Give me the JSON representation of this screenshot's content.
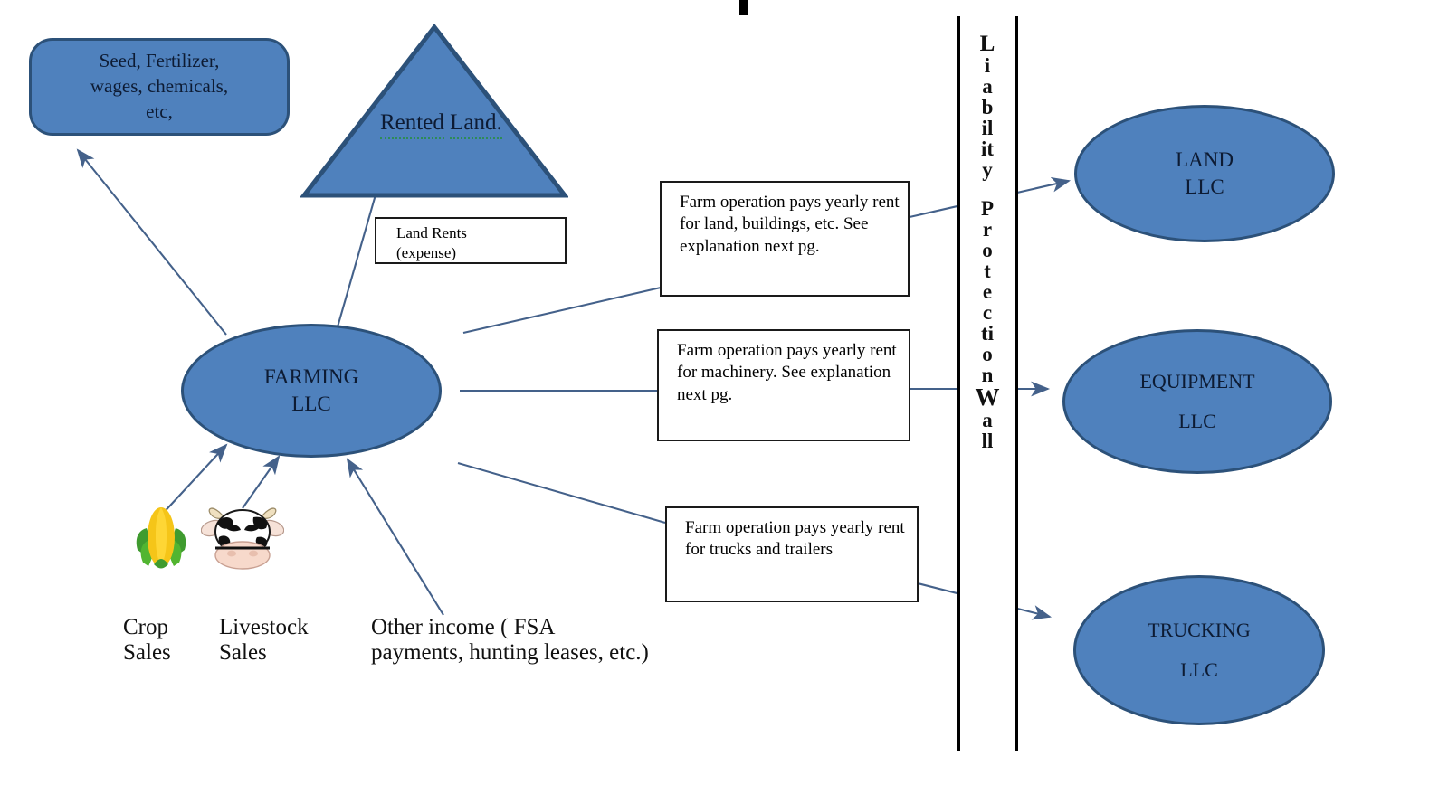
{
  "diagram": {
    "title": "Farm entity structure with liability protection wall",
    "accent_fill": "#4F81BD",
    "accent_stroke": "#2C5179",
    "line_color": "#44618A",
    "box_stroke": "#1A1A1A"
  },
  "inputs_box": {
    "name": "inputs-box",
    "lines": [
      "Seed, Fertilizer,",
      "wages, chemicals,",
      "etc,"
    ],
    "text": "Seed, Fertilizer,\nwages, chemicals,\netc,"
  },
  "rented_land": {
    "name": "rented-land-triangle",
    "line1": "Rented",
    "line2": "Land."
  },
  "land_rents_box": {
    "name": "land-rents-callout",
    "line1": "Land Rents",
    "line2": "(expense)"
  },
  "farming": {
    "name": "farming-llc-ellipse",
    "line1": "FARMING",
    "line2": "LLC"
  },
  "callouts": [
    {
      "id": "land-rent-callout",
      "text": "Farm operation pays yearly rent for land, buildings, etc.  See explanation next pg."
    },
    {
      "id": "machinery-rent-callout",
      "text": "Farm operation pays yearly rent for machinery.  See explanation next pg."
    },
    {
      "id": "trucks-rent-callout",
      "text": "Farm operation pays yearly rent for trucks and trailers"
    }
  ],
  "wall": {
    "name": "liability-protection-wall",
    "full_text": "Liability Protection Wall",
    "stack": [
      "L",
      "i",
      "a",
      "b",
      "il",
      "it",
      "y",
      "",
      "P",
      "r",
      "o",
      "t",
      "e",
      "c",
      "ti",
      "o",
      "n",
      "W",
      "a",
      "ll"
    ]
  },
  "entities": [
    {
      "id": "land-llc",
      "line1": "LAND",
      "line2": "LLC"
    },
    {
      "id": "equipment-llc",
      "line1": "EQUIPMENT",
      "line2": "LLC"
    },
    {
      "id": "trucking-llc",
      "line1": "TRUCKING",
      "line2": "LLC"
    }
  ],
  "income_labels": {
    "crop": "Crop\nSales",
    "livestock": "Livestock\nSales",
    "other": "Other income ( FSA\npayments, hunting leases, etc.)"
  },
  "icons": {
    "corn": "corn-icon",
    "cow": "cow-icon"
  }
}
